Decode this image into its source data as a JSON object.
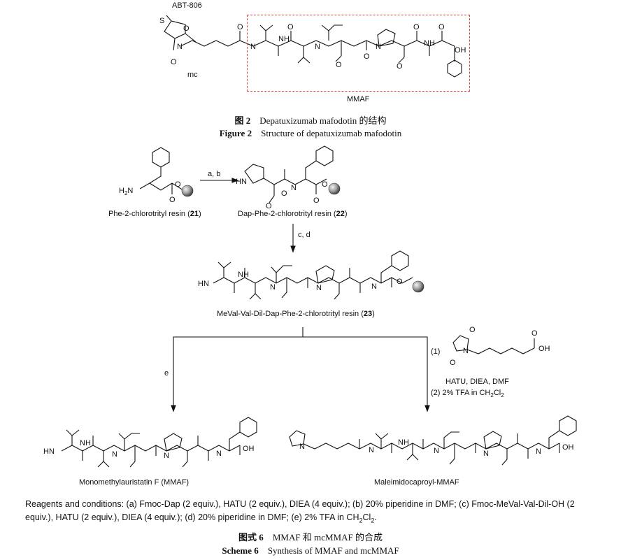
{
  "figure2": {
    "label_abt": "ABT-806",
    "label_mc": "mc",
    "label_mmaf": "MMAF",
    "caption_cn_num": "图 2",
    "caption_cn_text": "Depatuxizumab mafodotin 的结构",
    "caption_en_num": "Figure 2",
    "caption_en_text": "Structure of depatuxizumab mafodotin"
  },
  "scheme6": {
    "arrow_ab": "a, b",
    "arrow_cd": "c, d",
    "arrow_e": "e",
    "step1_num": "(1)",
    "reagents_line1": "HATU, DIEA, DMF",
    "reagents_line2": "(2) 2% TFA in CH",
    "reagents_line2_sub1": "2",
    "reagents_line2_mid": "Cl",
    "reagents_line2_sub2": "2",
    "compound21_label": "Phe-2-chlorotrityl resin (",
    "compound21_num": "21",
    "compound22_label": "Dap-Phe-2-chlorotrityl resin (",
    "compound22_num": "22",
    "compound23_label": "MeVal-Val-Dil-Dap-Phe-2-chlorotrityl resin (",
    "compound23_num": "23",
    "product1_label": "Monomethylauristatin F (MMAF)",
    "product2_label": "Maleimidocaproyl-MMAF",
    "conditions_line1": "Reagents and conditions: (a) Fmoc-Dap (2 equiv.), HATU (2 equiv.), DIEA (4 equiv.); (b) 20% piperidine in DMF; (c) Fmoc-MeVal-Val-Dil-OH (2",
    "conditions_line2_a": "equiv.), HATU (2 equiv.), DIEA (4 equiv.); (d) 20% piperidine in DMF; (e) 2% TFA in CH",
    "conditions_line2_sub1": "2",
    "conditions_line2_b": "Cl",
    "conditions_line2_sub2": "2",
    "conditions_line2_end": ".",
    "caption_cn_num": "图式 6",
    "caption_cn_text": "MMAF 和 mcMMAF 的合成",
    "caption_en_num": "Scheme 6",
    "caption_en_text": "Synthesis of MMAF and mcMMAF"
  },
  "atoms": {
    "O": "O",
    "N": "N",
    "S": "S",
    "NH": "NH",
    "HN": "HN",
    "H": "H",
    "OH": "OH",
    "H2N": "H",
    "H2N_sub": "2",
    "H2N_N": "N"
  }
}
